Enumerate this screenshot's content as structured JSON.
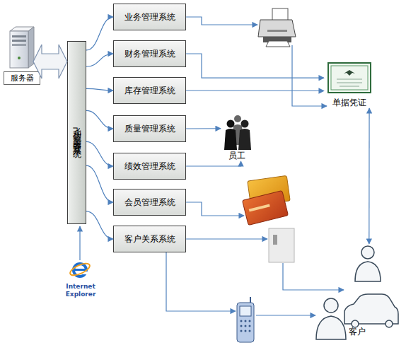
{
  "diagram": {
    "nodes": [
      {
        "text": [
          "服务器"
        ]
      },
      {
        "text": [
          "飞利达汽车美容管理系统"
        ]
      },
      {
        "text": [
          "业务管理系统"
        ]
      },
      {
        "text": [
          "财务管理系统"
        ]
      },
      {
        "text": [
          "库存管理系统"
        ]
      },
      {
        "text": [
          "质量管理系统"
        ]
      },
      {
        "text": [
          "绩效管理系统"
        ]
      },
      {
        "text": [
          "会员管理系统"
        ]
      },
      {
        "text": [
          "客户关系系统"
        ]
      },
      {
        "text": [
          "单据凭证"
        ]
      },
      {
        "text": [
          "员工"
        ]
      },
      {
        "text": [
          "客户"
        ]
      }
    ],
    "edges": [
      {
        "from": 0,
        "to": 1,
        "arrow": "both"
      },
      {
        "from": 1,
        "to": 2,
        "arrow": "to"
      },
      {
        "from": 1,
        "to": 3,
        "arrow": "to"
      },
      {
        "from": 1,
        "to": 4,
        "arrow": "to"
      },
      {
        "from": 1,
        "to": 5,
        "arrow": "to"
      },
      {
        "from": 1,
        "to": 6,
        "arrow": "to"
      },
      {
        "from": 1,
        "to": 7,
        "arrow": "to"
      },
      {
        "from": 1,
        "to": 8,
        "arrow": "to"
      },
      {
        "from": 3,
        "to": 9,
        "arrow": "to"
      },
      {
        "from": 4,
        "to": 9,
        "arrow": "to"
      },
      {
        "from": 5,
        "to": 10,
        "arrow": "to"
      },
      {
        "from": 6,
        "to": 10,
        "arrow": "to"
      },
      {
        "from": 9,
        "to": 11,
        "arrow": "both"
      }
    ],
    "labels": [
      "Internet Explorer"
    ]
  }
}
